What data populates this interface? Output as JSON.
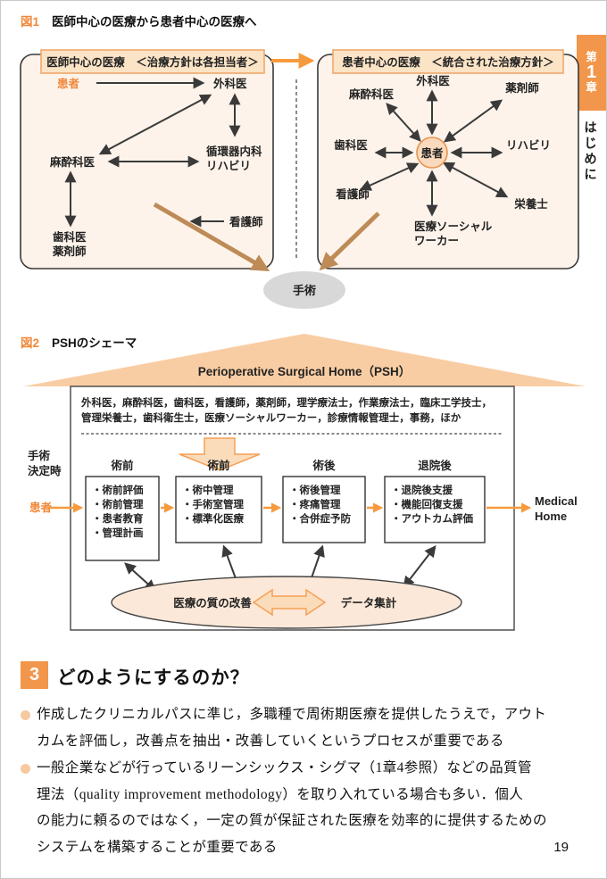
{
  "colors": {
    "accent_orange": "#f2964b",
    "text_orange": "#f0883b",
    "panel_fill": "#fdf3ea",
    "header_fill": "#fbe3c6",
    "header_border": "#f0a96b",
    "roof_fill": "#f9cda3",
    "fat_arrow_fill": "#fbdcba",
    "fat_arrow_border": "#f5a055",
    "brown_arrow": "#be8b57",
    "surgery_gray": "#d8d8d8",
    "ellipse_fill": "#fce8d8"
  },
  "sidebar": {
    "chapter_prefix": "第",
    "chapter_number": "1",
    "chapter_suffix": "章",
    "chapter_title": "はじめに"
  },
  "fig1": {
    "tag": "図1",
    "title": "医師中心の医療から患者中心の医療へ",
    "left_panel": {
      "header": "医師中心の医療　＜治療方針は各担当者＞",
      "patient": "患者",
      "surgeon": "外科医",
      "cardio_line1": "循環器内科",
      "cardio_line2": "リハビリ",
      "anesthesiologist": "麻酔科医",
      "dentist": "歯科医",
      "pharmacist": "薬剤師",
      "nurse": "看護師"
    },
    "right_panel": {
      "header": "患者中心の医療　＜統合された治療方針＞",
      "center_patient": "患者",
      "surgeon": "外科医",
      "anesthesiologist": "麻酔科医",
      "pharmacist": "薬剤師",
      "dentist": "歯科医",
      "rehab": "リハビリ",
      "nurse": "看護師",
      "nutritionist": "栄養士",
      "msw_line1": "医療ソーシャル",
      "msw_line2": "ワーカー"
    },
    "surgery": "手術"
  },
  "fig2": {
    "tag": "図2",
    "title": "PSHのシェーマ",
    "roof": "Perioperative Surgical Home（PSH）",
    "staff_line1": "外科医，麻酔科医，歯科医，看護師，薬剤師，理学療法士，作業療法士，臨床工学技士，",
    "staff_line2": "管理栄養士，歯科衛生士，医療ソーシャルワーカー，診療情報管理士，事務，ほか",
    "timing_line1": "手術",
    "timing_line2": "決定時",
    "patient": "患者",
    "stages": [
      {
        "header": "術前",
        "items": [
          "・術前評価",
          "・術前管理",
          "・患者教育",
          "・管理計画"
        ]
      },
      {
        "header": "術前",
        "items": [
          "・術中管理",
          "・手術室管理",
          "・標準化医療"
        ]
      },
      {
        "header": "術後",
        "items": [
          "・術後管理",
          "・疼痛管理",
          "・合併症予防"
        ]
      },
      {
        "header": "退院後",
        "items": [
          "・退院後支援",
          "・機能回復支援",
          "・アウトカム評価"
        ]
      }
    ],
    "medical_home_line1": "Medical",
    "medical_home_line2": "Home",
    "quality_label": "医療の質の改善",
    "data_label": "データ集計"
  },
  "section3": {
    "number": "3",
    "title": "どのようにするのか？",
    "bullet1_lines": [
      "作成したクリニカルパスに準じ，多職種で周術期医療を提供したうえで，アウト",
      "カムを評価し，改善点を抽出・改善していくというプロセスが重要である"
    ],
    "bullet2_lines": [
      "一般企業などが行っているリーンシックス・シグマ（1章4参照）などの品質管",
      "理法（quality improvement methodology）を取り入れている場合も多い．個人",
      "の能力に頼るのではなく，一定の質が保証された医療を効率的に提供するための",
      "システムを構築することが重要である"
    ]
  },
  "page": {
    "number": "19"
  }
}
